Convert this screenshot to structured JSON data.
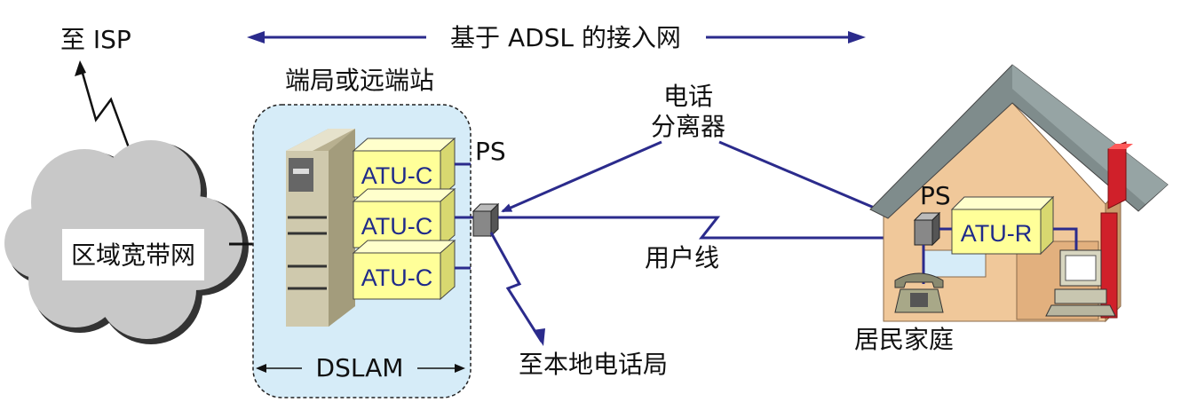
{
  "labels": {
    "to_isp": "至 ISP",
    "adsl_network": "基于 ADSL 的接入网",
    "central_office": "端局或远端站",
    "regional_network": "区域宽带网",
    "dslam": "DSLAM",
    "splitter_line1": "电话",
    "splitter_line2": "分离器",
    "ps_left": "PS",
    "ps_right": "PS",
    "user_line": "用户线",
    "to_local_office": "至本地电话局",
    "home": "居民家庭"
  },
  "atu_c": [
    "ATU-C",
    "ATU-C",
    "ATU-C"
  ],
  "atu_r": "ATU-R",
  "colors": {
    "line": "#2b2b8c",
    "atu_fill": "#ffff99",
    "cloud": "#c8c8c8",
    "dslam_box": "#d6ecf8",
    "roof": "#7f8c8c",
    "house_wall": "#f0c89a",
    "chimney": "#d0202a"
  }
}
